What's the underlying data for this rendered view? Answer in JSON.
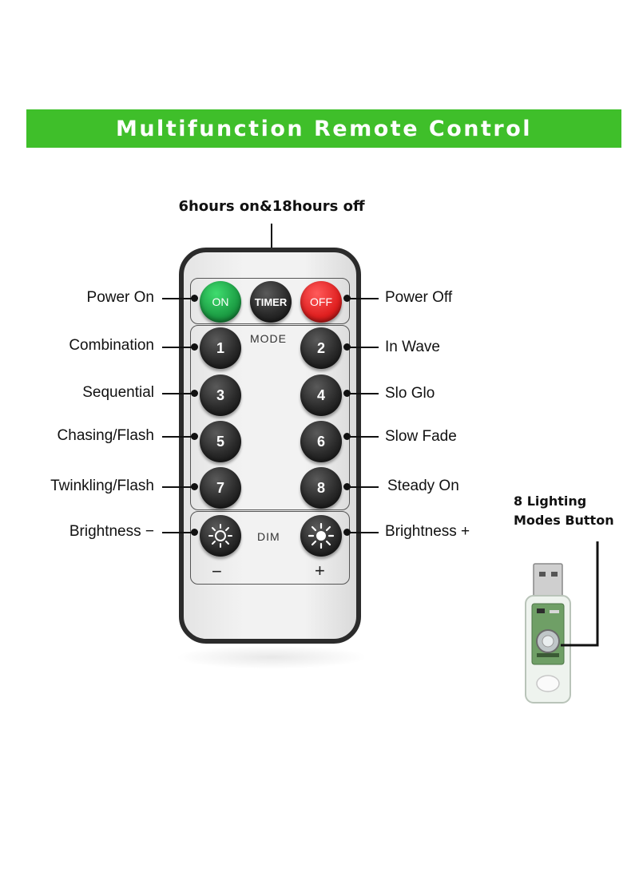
{
  "banner": {
    "title": "Multifunction Remote Control",
    "color": "#3fbf2a"
  },
  "timer_note": "6hours on&18hours off",
  "remote": {
    "on_label": "ON",
    "timer_label": "TIMER",
    "off_label": "OFF",
    "mode_label": "MODE",
    "dim_label": "DIM",
    "minus": "−",
    "plus": "+",
    "mode_buttons": [
      "1",
      "2",
      "3",
      "4",
      "5",
      "6",
      "7",
      "8"
    ]
  },
  "left_labels": [
    "Power On",
    "Combination",
    "Sequential",
    "Chasing/Flash",
    "Twinkling/Flash",
    "Brightness −"
  ],
  "right_labels": [
    "Power Off",
    "In Wave",
    "Slo Glo",
    "Slow Fade",
    "Steady On",
    "Brightness +"
  ],
  "usb": {
    "line1": "8 Lighting",
    "line2": "Modes Button"
  },
  "colors": {
    "on_button": "#1c9d44",
    "off_button": "#e02020",
    "dark_button": "#2a2a2a"
  }
}
